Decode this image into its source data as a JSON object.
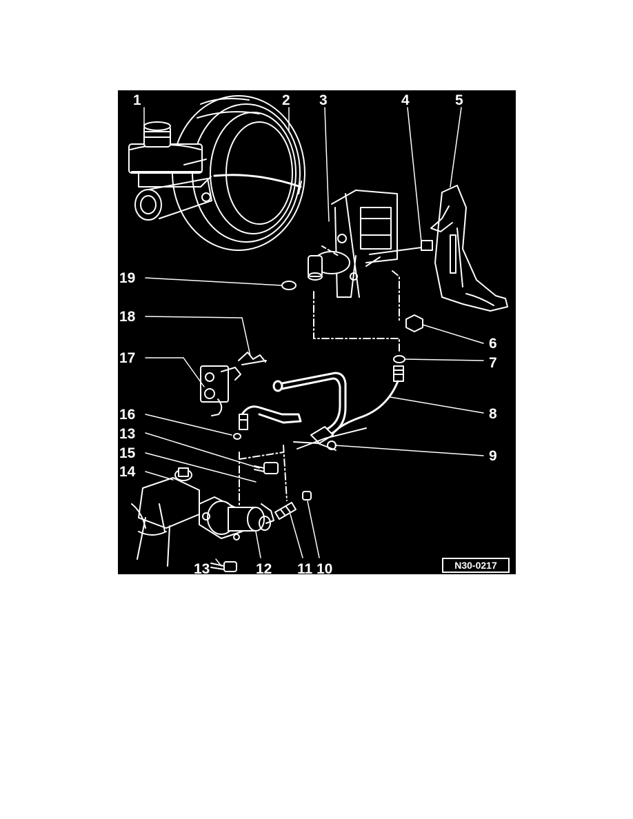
{
  "figure": {
    "background_color": "#000000",
    "line_color": "#ffffff",
    "code": "N30-0217",
    "callouts": [
      "1",
      "2",
      "3",
      "4",
      "5",
      "6",
      "7",
      "8",
      "9",
      "10",
      "11",
      "12",
      "13",
      "13",
      "14",
      "15",
      "16",
      "17",
      "18",
      "19"
    ]
  }
}
